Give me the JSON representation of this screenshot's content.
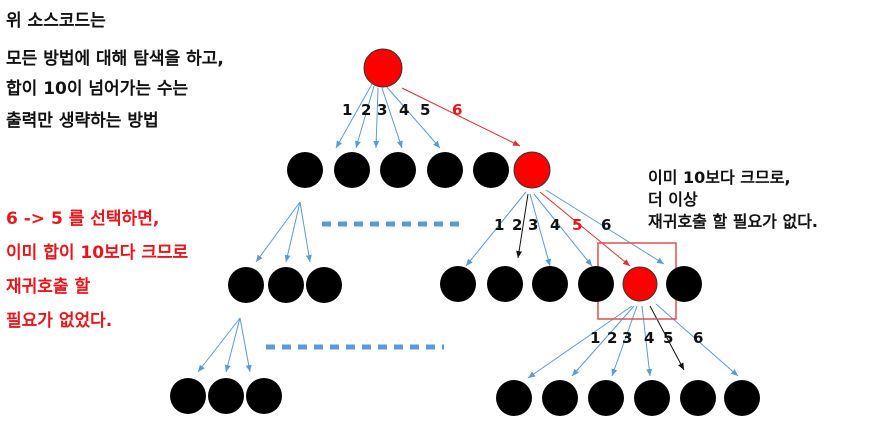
{
  "left_text": {
    "black_lines": [
      "위 소스코드는",
      "모든 방법에 대해 탐색을 하고,",
      "합이 10이 넘어가는 수는",
      "출력만 생략하는 방법"
    ],
    "red_lines": [
      "6 -> 5 를 선택하면,",
      "이미 합이 10보다 크므로",
      "재귀호출 할",
      "필요가 없었다."
    ]
  },
  "right_text": {
    "lines": [
      "이미 10보다 크므로,",
      "더 이상",
      "재귀호출 할 필요가 없다."
    ]
  },
  "edge_labels": {
    "top": [
      "1",
      "2",
      "3",
      "4",
      "5",
      "6"
    ],
    "middle": [
      "1",
      "2",
      "3",
      "4",
      "5",
      "6"
    ],
    "bottom": [
      "1",
      "2",
      "3",
      "4",
      "5",
      "6"
    ]
  },
  "colors": {
    "node": "#000000",
    "highlight_node": "#ff0000",
    "edge": "#5b9bd5",
    "highlight_edge": "#e03030",
    "red_text": "#e8161b",
    "box": "#e05050"
  }
}
